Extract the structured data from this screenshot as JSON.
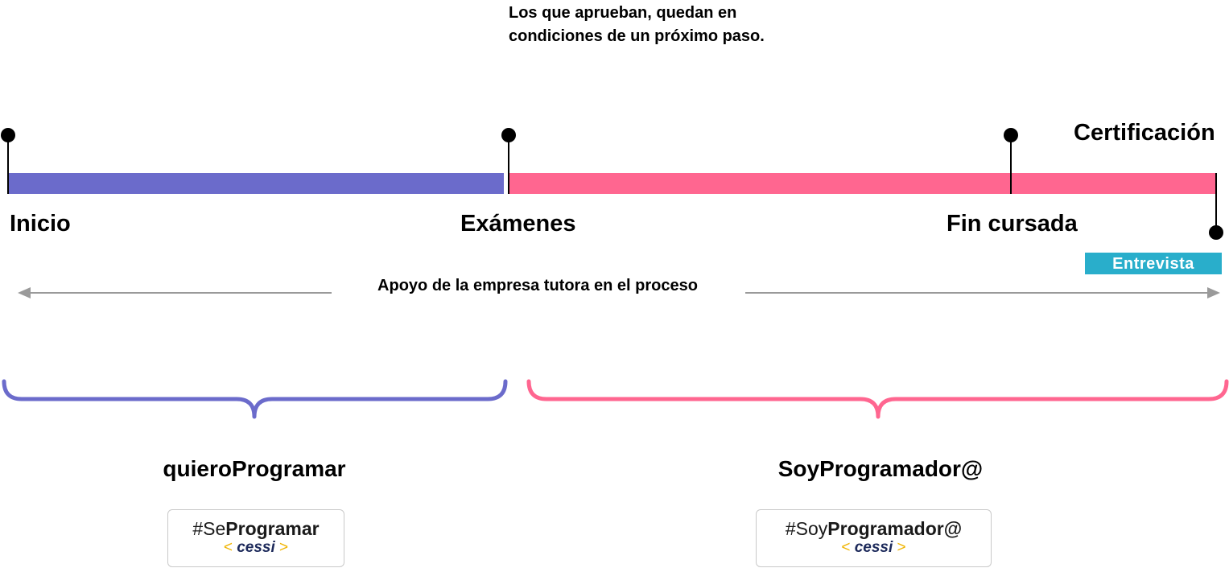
{
  "note": "Los que aprueban, quedan en condiciones de un próximo paso.",
  "milestones": {
    "inicio": "Inicio",
    "examenes": "Exámenes",
    "fin_cursada": "Fin cursada",
    "certificacion": "Certificación"
  },
  "entrevista": "Entrevista",
  "support_text": "Apoyo de la empresa tutora en el proceso",
  "phases": {
    "left_title": "quieroProgramar",
    "right_title": "SoyProgramador@"
  },
  "badges": {
    "left": {
      "prefix": "#Se",
      "bold": "Programar"
    },
    "right": {
      "prefix": "#Soy",
      "bold": "Programador@"
    },
    "brand": "cessi",
    "bracket_open": "<",
    "bracket_close": ">"
  },
  "colors": {
    "purple": "#6B6BCB",
    "pink": "#FF6690",
    "teal": "#29AECB",
    "gray_arrow": "#9a9a9a"
  }
}
